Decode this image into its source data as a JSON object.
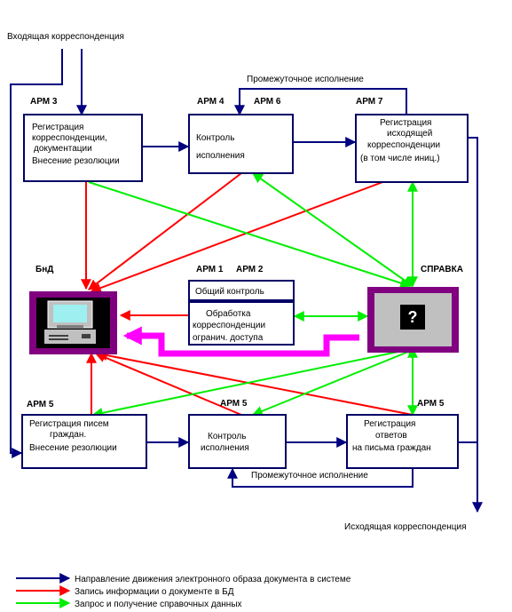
{
  "inputs": {
    "incoming": "Входящая корреспонденция",
    "outgoing": "Исходящая корреспонденция"
  },
  "arm": {
    "arm3": "АРМ 3",
    "arm4": "АРМ 4",
    "arm6": "АРМ 6",
    "arm7": "АРМ 7",
    "arm1": "АРМ 1",
    "arm2": "АРМ 2",
    "arm5_left": "АРМ 5",
    "arm5_mid": "АРМ 5",
    "arm5_right": "АРМ 5"
  },
  "loops": {
    "top": "Промежуточное исполнение",
    "bottom": "Промежуточное исполнение"
  },
  "boxes": {
    "registration": [
      "Регистрация",
      "корреспонденции,",
      "документации",
      "Внесение резолюции"
    ],
    "control": [
      "Контроль",
      "",
      "исполнения"
    ],
    "outgoing_reg": [
      "Регистрация",
      "исходящей",
      "корреспонденции",
      "(в том числе иниц.)"
    ],
    "general_control": "Общий контроль",
    "processing": [
      "Обработка",
      "корреспонденции",
      "огранич. доступа"
    ],
    "citizen_reg": [
      "Регистрация писем",
      "граждан.",
      "Внесение резолюции"
    ],
    "citizen_control": [
      "Контроль",
      "исполнения"
    ],
    "citizen_reply": [
      "Регистрация",
      "ответов",
      "на письма граждан"
    ]
  },
  "nodes": {
    "db": "БнД",
    "reference": "СПРАВКА",
    "question_mark": "?"
  },
  "legend": [
    {
      "text": "Направление движения электронного образа документа в системе",
      "color": "#000080"
    },
    {
      "text": "Запись информации о документе в БД",
      "color": "#ff0000"
    },
    {
      "text": "Запрос и получение справочных данных",
      "color": "#00ff00"
    }
  ],
  "colors": {
    "flow": "#000080",
    "write": "#ff0000",
    "query": "#00ff00",
    "sync": "#ff00ff",
    "frame": "#800080"
  }
}
